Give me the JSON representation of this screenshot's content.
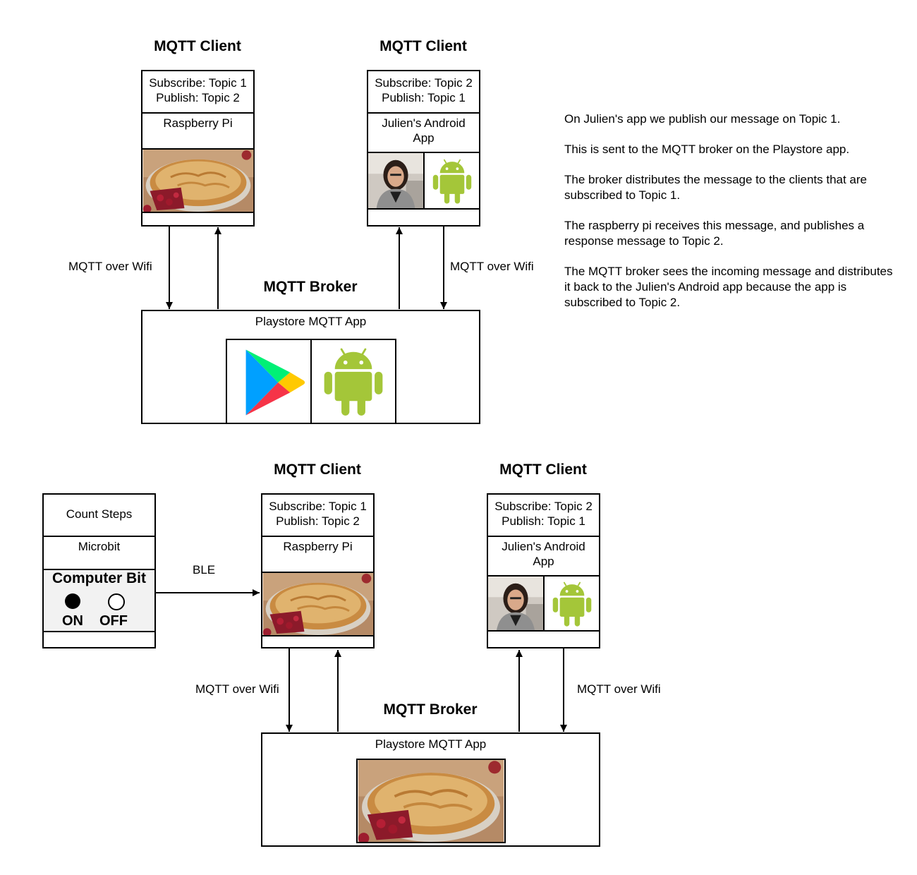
{
  "top": {
    "client_left": {
      "title": "MQTT Client",
      "subscribe": "Subscribe: Topic 1",
      "publish": "Publish: Topic 2",
      "device": "Raspberry Pi"
    },
    "client_right": {
      "title": "MQTT Client",
      "subscribe": "Subscribe: Topic 2",
      "publish": "Publish: Topic 1",
      "device": "Julien's Android App"
    },
    "broker": {
      "title": "MQTT Broker",
      "label": "Playstore MQTT App"
    },
    "link_left": "MQTT over Wifi",
    "link_right": "MQTT over Wifi"
  },
  "explanation": [
    "On Julien's app we publish our message on Topic 1.",
    "This is sent to the MQTT broker on the Playstore app.",
    "The broker distributes the message to the clients that are subscribed to Topic 1.",
    "The raspberry pi receives this message, and publishes a response message to Topic 2.",
    "The MQTT broker sees the incoming message and distributes it back to the Julien's Android app because the app is subscribed to Topic 2."
  ],
  "bottom": {
    "microbit": {
      "header": "Count Steps",
      "device": "Microbit",
      "widget_title": "Computer Bit",
      "on": "ON",
      "off": "OFF"
    },
    "link_ble": "BLE",
    "client_left": {
      "title": "MQTT Client",
      "subscribe": "Subscribe: Topic 1",
      "publish": "Publish: Topic 2",
      "device": "Raspberry Pi"
    },
    "client_right": {
      "title": "MQTT Client",
      "subscribe": "Subscribe: Topic 2",
      "publish": "Publish: Topic 1",
      "device": "Julien's Android App"
    },
    "broker": {
      "title": "MQTT Broker",
      "label": "Playstore MQTT App"
    },
    "link_left": "MQTT over Wifi",
    "link_right": "MQTT over Wifi"
  },
  "icons": [
    "raspberry-pie-image",
    "julien-photo",
    "android-icon",
    "play-store-icon"
  ],
  "colors": {
    "android_green": "#A4C639",
    "line": "#000000"
  }
}
